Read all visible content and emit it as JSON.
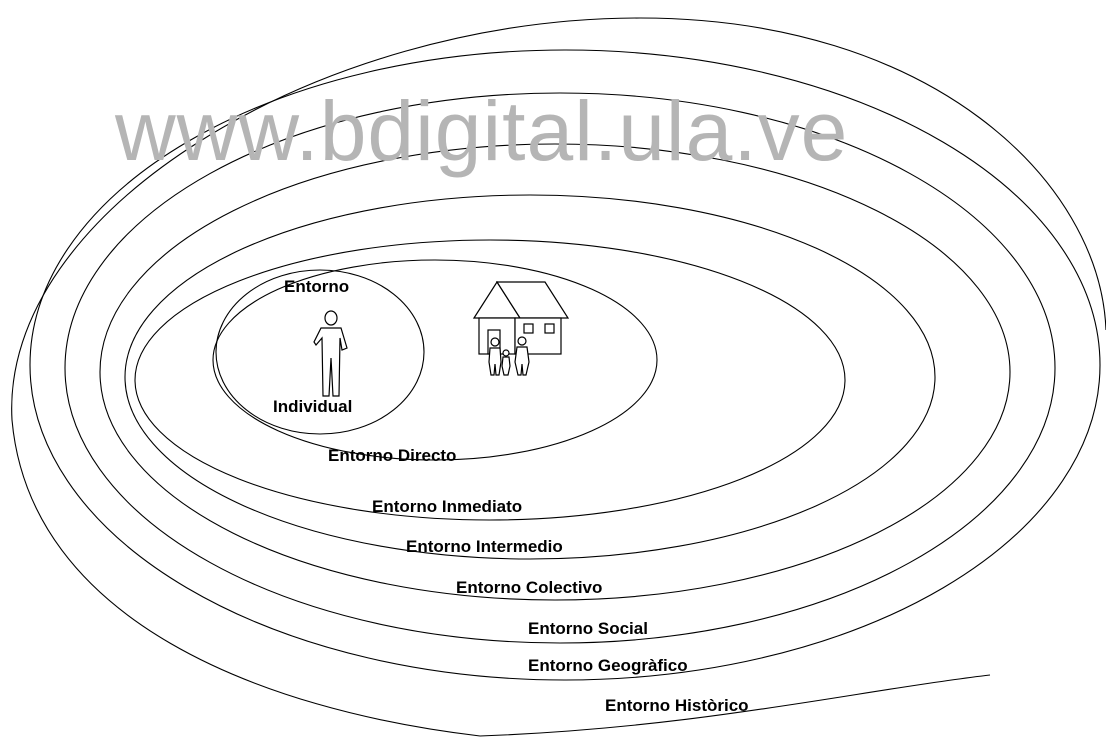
{
  "watermark": "www.bdigital.ula.ve",
  "labels": {
    "individual_top": "Entorno",
    "individual_bottom": "Individual",
    "directo": "Entorno Directo",
    "inmediato": "Entorno Inmediato",
    "intermedio": "Entorno Intermedio",
    "colectivo": "Entorno Colectivo",
    "social": "Entorno Social",
    "geografico": "Entorno Geogràfico",
    "historico": "Entorno Històrico"
  }
}
